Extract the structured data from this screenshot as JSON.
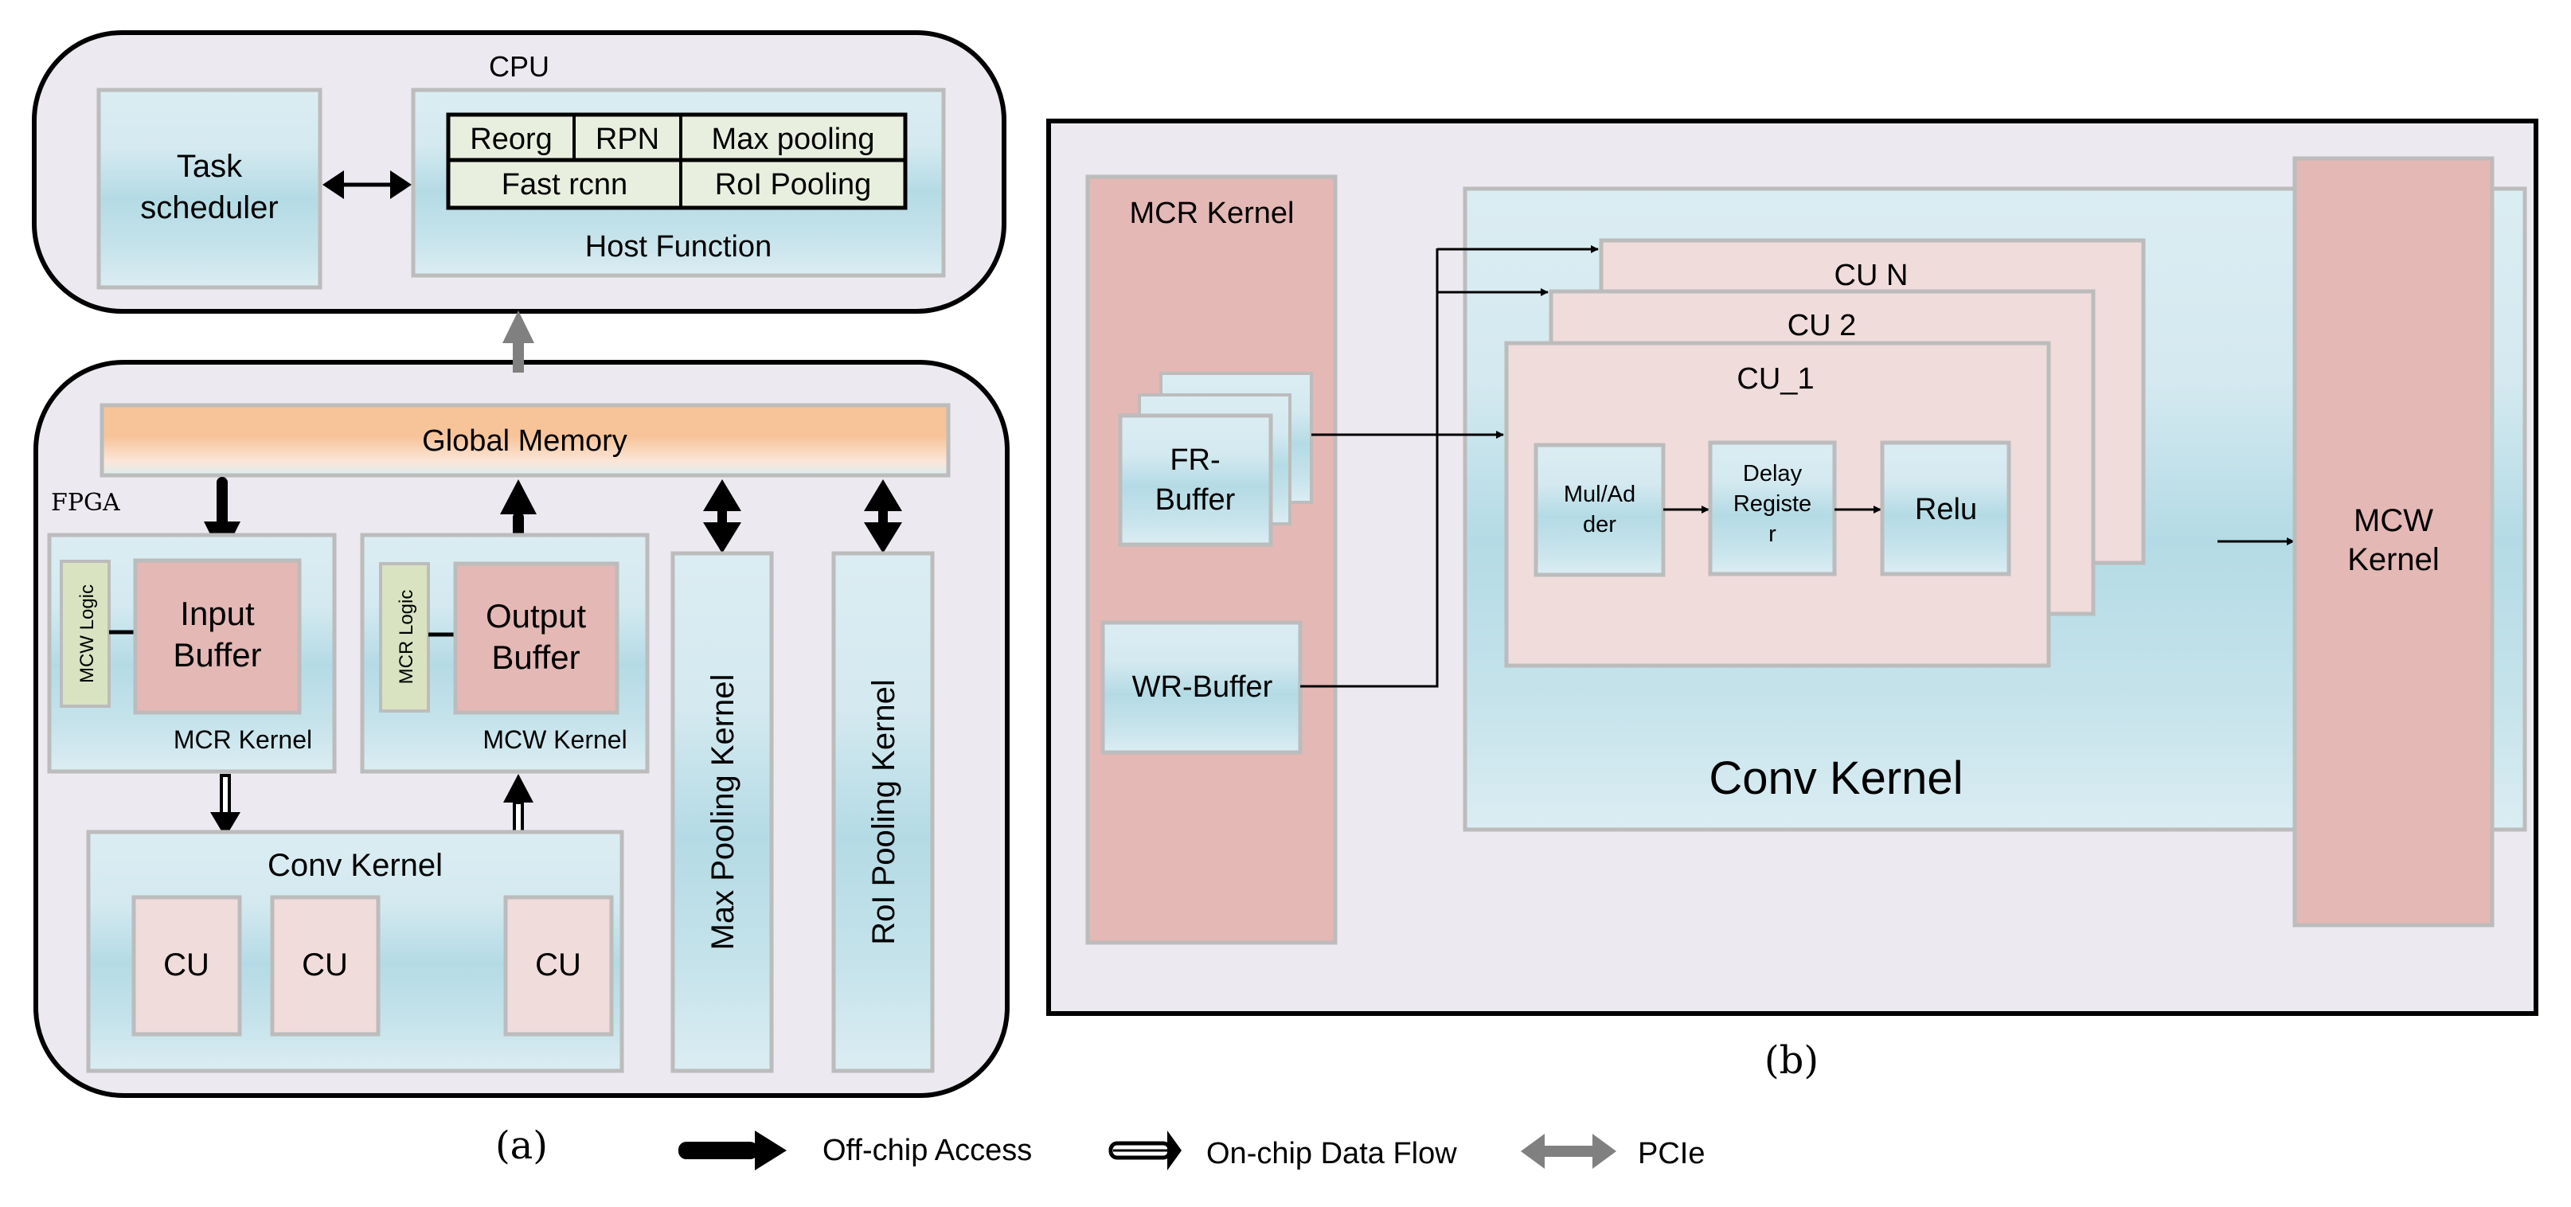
{
  "panel_a": {
    "caption": "(a)",
    "cpu": {
      "label": "CPU",
      "task_scheduler": [
        "Task",
        "scheduler"
      ],
      "host_function": {
        "label": "Host Function",
        "table": [
          [
            "Reorg",
            "RPN",
            "Max pooling"
          ],
          [
            "Fast rcnn",
            "RoI Pooling"
          ]
        ]
      }
    },
    "fpga": {
      "label": "FPGA",
      "global_memory": "Global Memory",
      "mcr_kernel": {
        "label": "MCR Kernel",
        "logic": "MCW  Logic",
        "buffer": [
          "Input",
          "Buffer"
        ]
      },
      "mcw_kernel": {
        "label": "MCW Kernel",
        "logic": "MCR  Logic",
        "buffer": [
          "Output",
          "Buffer"
        ]
      },
      "max_pooling_kernel": "Max Pooling Kernel",
      "roi_pooling_kernel": "RoI Pooling Kernel",
      "conv_kernel": {
        "label": "Conv Kernel",
        "cus": [
          "CU",
          "CU",
          "CU"
        ]
      }
    }
  },
  "panel_b": {
    "caption": "(b)",
    "mcr_kernel": {
      "label": "MCR Kernel",
      "fr_buffer": [
        "FR-",
        "Buffer"
      ],
      "wr_buffer": "WR-Buffer"
    },
    "conv_kernel": {
      "label": "Conv Kernel",
      "cu_labels": [
        "CU_1",
        "CU  2",
        "CU  N"
      ],
      "cu1_units": {
        "mul_adder": [
          "Mul/Ad",
          "der"
        ],
        "delay_register": [
          "Delay",
          "Registe",
          "r"
        ],
        "relu": "Relu"
      }
    },
    "mcw_kernel": [
      "MCW",
      "Kernel"
    ]
  },
  "legend": [
    {
      "label": "Off-chip Access",
      "style": "solid-black-arrow"
    },
    {
      "label": "On-chip Data Flow",
      "style": "double-line-arrow"
    },
    {
      "label": "PCIe",
      "style": "gray-double-arrow"
    }
  ],
  "colors": {
    "container_bg": "#ece9f0",
    "blue_box_light": "#dbedf3",
    "blue_box_mid": "#b4dbe5",
    "pink_box": "#e4b8b5",
    "pink_light": "#f0dcdb",
    "green_logic": "#d9e3c1",
    "table_cell": "#e9efdf",
    "memory_orange": "#f7c49a",
    "border_gray": "#bcbcbc",
    "pcie_gray": "#808080"
  }
}
